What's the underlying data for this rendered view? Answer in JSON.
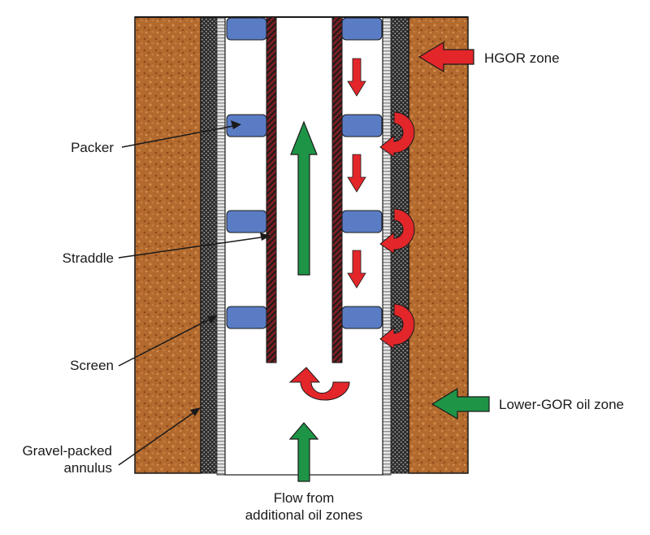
{
  "colors": {
    "formation": "#b36a2e",
    "formation_dark": "#8a4a1c",
    "formation_light": "#d08c4a",
    "gravel": "#3a3a3a",
    "screen": "#bdbdbd",
    "packer": "#5a7cc4",
    "straddle": "#7a1e22",
    "flow_red": "#e3262a",
    "flow_green": "#1e9447",
    "outline": "#1a1a1a"
  },
  "labels": {
    "packer": "Packer",
    "straddle": "Straddle",
    "screen": "Screen",
    "gravel_line1": "Gravel-packed",
    "gravel_line2": "annulus",
    "hgor": "HGOR zone",
    "lower_gor": "Lower-GOR oil zone",
    "flow_line1": "Flow from",
    "flow_line2": "additional oil zones"
  },
  "icons": {
    "hgor_arrow": "arrow-left-red",
    "lower_gor_arrow": "arrow-left-green",
    "up_flow_arrow": "arrow-up-green",
    "bottom_flow_arrow": "arrow-up-green",
    "down_arrows": "arrow-down-red",
    "u_turn_arrows": "u-turn-red"
  }
}
